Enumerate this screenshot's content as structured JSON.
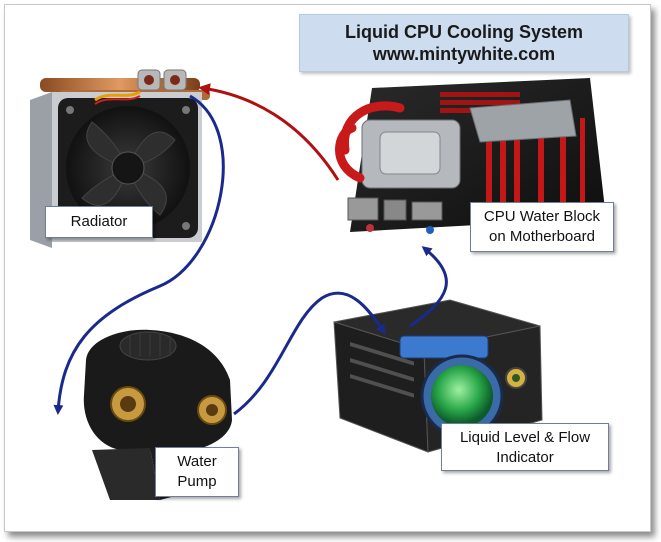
{
  "title": {
    "line1": "Liquid CPU Cooling System",
    "line2": "www.mintywhite.com"
  },
  "labels": {
    "radiator": "Radiator",
    "cpu_block_line1": "CPU Water Block",
    "cpu_block_line2": "on Motherboard",
    "pump_line1": "Water",
    "pump_line2": "Pump",
    "flow_line1": "Liquid Level & Flow",
    "flow_line2": "Indicator"
  },
  "colors": {
    "title_bg": "#cdddef",
    "arrow_blue": "#1a2a8c",
    "arrow_red": "#b01010"
  }
}
